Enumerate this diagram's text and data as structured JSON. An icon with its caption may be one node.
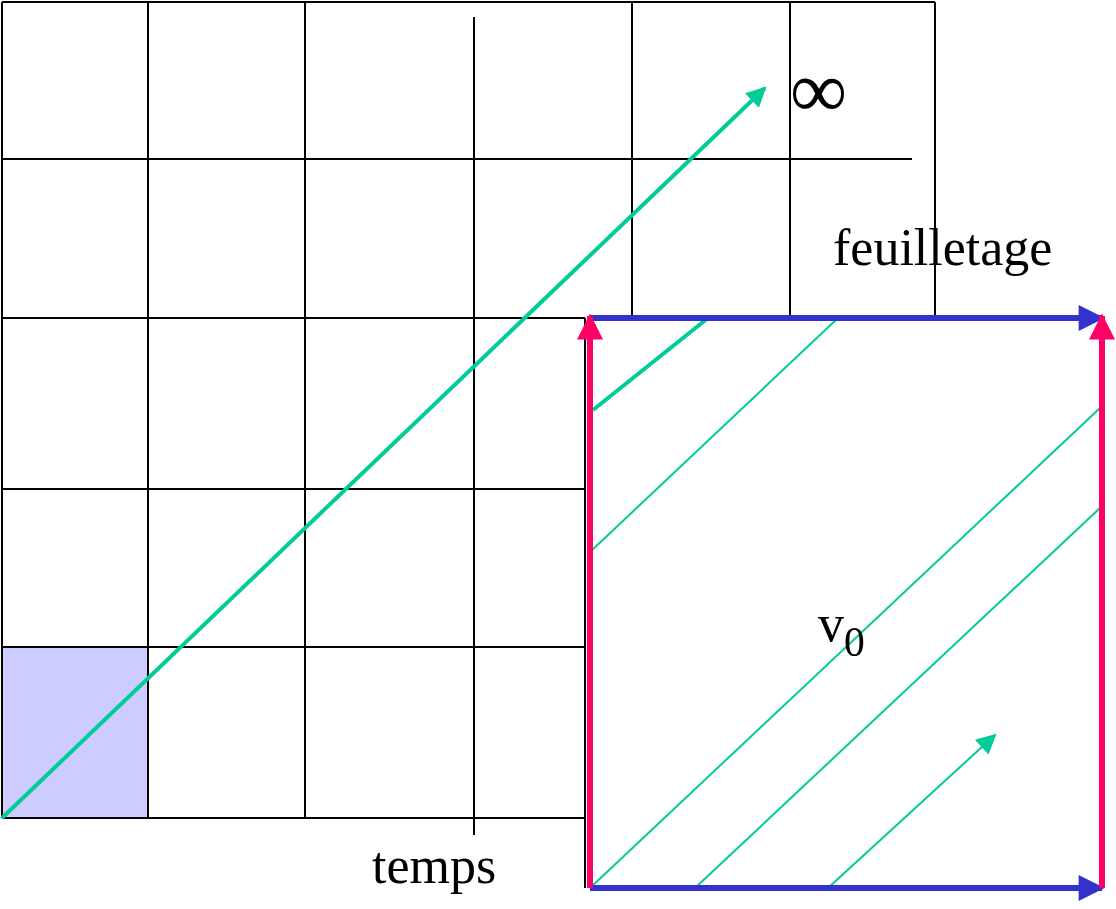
{
  "diagram": {
    "labels": [
      "∞",
      "feuilletage",
      "v$_{0}$",
      "temps"
    ]
  }
}
